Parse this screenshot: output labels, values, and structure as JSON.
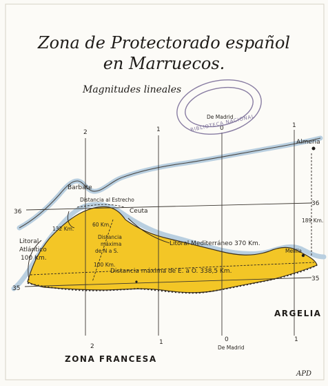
{
  "title": {
    "line1": "Zona de Protectorado español",
    "line2": "en Marruecos.",
    "subtitle": "Magnitudes lineales"
  },
  "stamp": {
    "text": "BIBLIOTECA NACIONAL"
  },
  "meridians": {
    "top": [
      "2",
      "1",
      "0",
      "1"
    ],
    "bottom": [
      "2",
      "1",
      "0",
      "1"
    ],
    "origin_top": "De Madrid",
    "origin_bottom": "De Madrid"
  },
  "parallels": {
    "left": [
      "36",
      "35"
    ],
    "right": [
      "36",
      "35"
    ]
  },
  "places": {
    "almeria": "Almeria",
    "barbate": "Barbate",
    "ceuta": "Ceuta",
    "melilla": "Melilla",
    "algeria": "ARGELIA",
    "french_zone": "ZONA  FRANCESA"
  },
  "measures": {
    "strait": "Distancia al Estrecho",
    "d132": "132 Km.",
    "d60": "60 Km.",
    "d189": "189 Km.",
    "atlantic": [
      "Litoral",
      "Atlántico",
      "100 Km."
    ],
    "north_south": [
      "Distancia",
      "máxima",
      "de N a S.",
      "100 Km."
    ],
    "mediterranean": "Litoral Mediterráneo  370 Km.",
    "east_west": "Distancia máxima de E. á O.  338,5 Km."
  },
  "signature": "APD"
}
